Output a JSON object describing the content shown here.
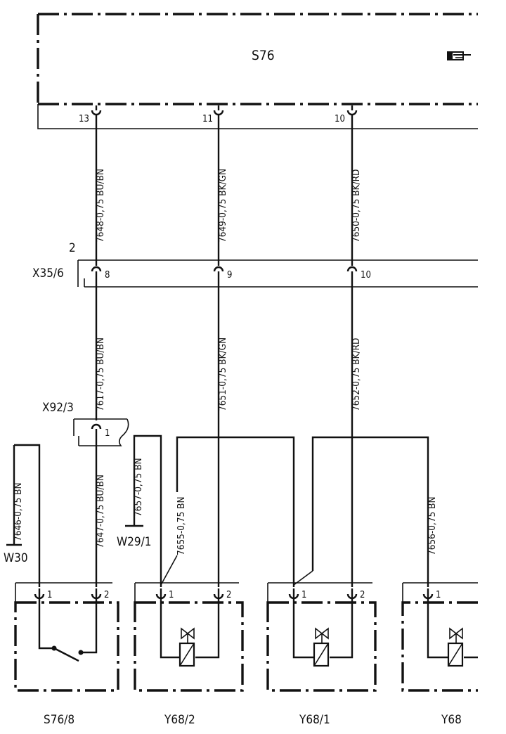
{
  "module": {
    "name": "S76",
    "ref_icon": "pointing-hand-icon"
  },
  "module_pins": [
    "13",
    "11",
    "10"
  ],
  "wires_upper": [
    "7648-0,75 BU/BN",
    "7649-0,75 BK/GN",
    "7650-0,75 BK/RD"
  ],
  "connector_x35": {
    "name": "X35/6",
    "num": "2",
    "pins": [
      "8",
      "9",
      "10"
    ]
  },
  "wires_middle": [
    "7617-0,75 BU/BN",
    "7651-0,75 BK/GN",
    "7652-0,75 BK/RD"
  ],
  "connector_x92": {
    "name": "X92/3",
    "pin": "1"
  },
  "wires_lower": {
    "w7646": "7646-0,75 BN",
    "w7647": "7647-0,75 BU/BN",
    "w7657": "7657-0,75 BN",
    "w7655": "7655-0,75 BN",
    "w7656": "7656-0,75 BN"
  },
  "grounds": {
    "w30": "W30",
    "w29": "W29/1"
  },
  "components": [
    {
      "name": "S76/8",
      "pins": [
        "1",
        "2"
      ]
    },
    {
      "name": "Y68/2",
      "pins": [
        "1",
        "2"
      ]
    },
    {
      "name": "Y68/1",
      "pins": [
        "1",
        "2"
      ]
    },
    {
      "name": "Y68",
      "pins": [
        "1"
      ]
    }
  ]
}
